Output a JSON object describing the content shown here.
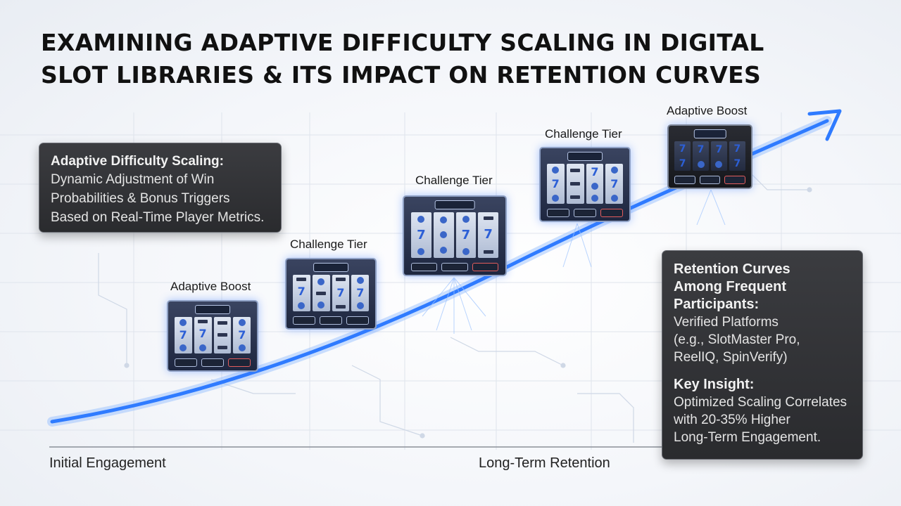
{
  "title": {
    "line1": "EXAMINING ADAPTIVE DIFFICULTY SCALING IN DIGITAL",
    "line2": "SLOT LIBRARIES & ITS IMPACT ON RETENTION CURVES"
  },
  "left_callout": {
    "heading": "Adaptive Difficulty Scaling:",
    "lines": [
      "Dynamic Adjustment of Win",
      "Probabilities & Bonus Triggers",
      "Based on Real-Time Player Metrics."
    ]
  },
  "right_callout": {
    "heading_lines": [
      "Retention Curves",
      "Among Frequent",
      "Participants:"
    ],
    "body_lines": [
      "Verified Platforms",
      "(e.g., SlotMaster Pro,",
      "ReelIQ, SpinVerify)"
    ],
    "insight_heading": "Key Insight:",
    "insight_lines": [
      "Optimized Scaling Correlates",
      "with 20-35% Higher",
      "Long-Term Engagement."
    ]
  },
  "axis": {
    "start_label": "Initial Engagement",
    "end_label": "Long-Term Retention"
  },
  "stages": [
    {
      "label": "Adaptive Boost",
      "style": "blue"
    },
    {
      "label": "Challenge Tier",
      "style": "blue"
    },
    {
      "label": "Challenge Tier",
      "style": "blue"
    },
    {
      "label": "Challenge Tier",
      "style": "blue"
    },
    {
      "label": "Adaptive Boost",
      "style": "dark"
    }
  ],
  "colors": {
    "curve": "#2f7bff",
    "curve_glow": "#8fbaff",
    "callout_bg": "#2e2f33",
    "title": "#111111"
  },
  "icons": [
    "slot-machine-icon",
    "arrow-head-icon"
  ]
}
